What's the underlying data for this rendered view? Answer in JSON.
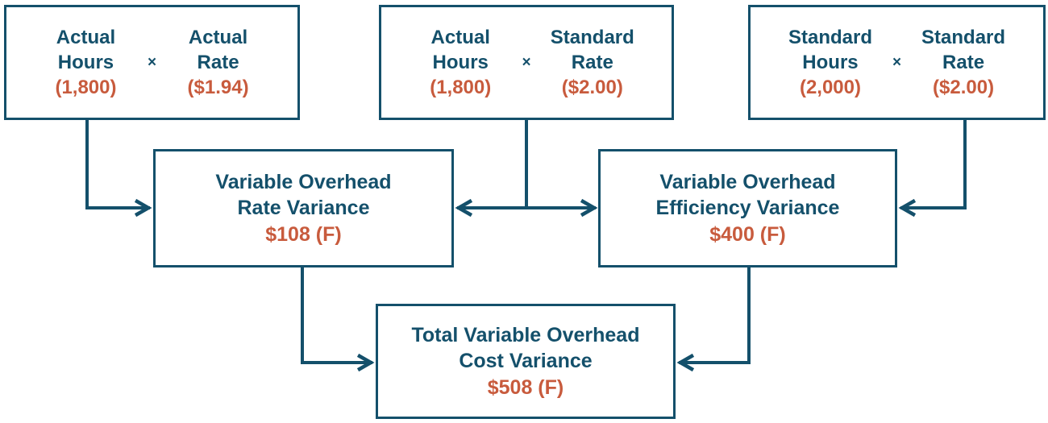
{
  "colors": {
    "teal": "#14506b",
    "orange": "#c85b3d",
    "box_background": "#ffffff"
  },
  "operator": "×",
  "top_boxes": [
    {
      "left_line1": "Actual",
      "left_line2": "Hours",
      "left_value": "(1,800)",
      "right_line1": "Actual",
      "right_line2": "Rate",
      "right_value": "($1.94)"
    },
    {
      "left_line1": "Actual",
      "left_line2": "Hours",
      "left_value": "(1,800)",
      "right_line1": "Standard",
      "right_line2": "Rate",
      "right_value": "($2.00)"
    },
    {
      "left_line1": "Standard",
      "left_line2": "Hours",
      "left_value": "(2,000)",
      "right_line1": "Standard",
      "right_line2": "Rate",
      "right_value": "($2.00)"
    }
  ],
  "variance_boxes": [
    {
      "line1": "Variable Overhead",
      "line2": "Rate Variance",
      "value": "$108 (F)"
    },
    {
      "line1": "Variable Overhead",
      "line2": "Efficiency Variance",
      "value": "$400 (F)"
    }
  ],
  "total_box": {
    "line1": "Total Variable Overhead",
    "line2": "Cost Variance",
    "value": "$508 (F)"
  }
}
